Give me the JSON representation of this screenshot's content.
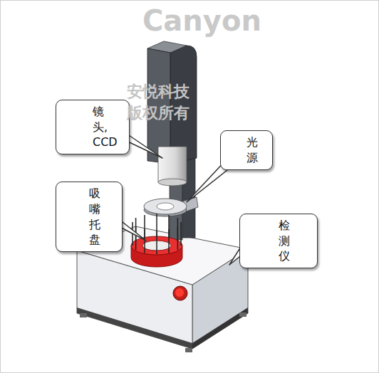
{
  "diagram": {
    "nodes": [
      {
        "text": [
          "镜头, CCD"
        ]
      },
      {
        "text": [
          "光源"
        ]
      },
      {
        "text": [
          "吸嘴 托盘"
        ]
      },
      {
        "text": [
          "检测仪"
        ]
      }
    ],
    "labels": [
      "Canyon",
      "安悦科技",
      "版权所有"
    ]
  }
}
